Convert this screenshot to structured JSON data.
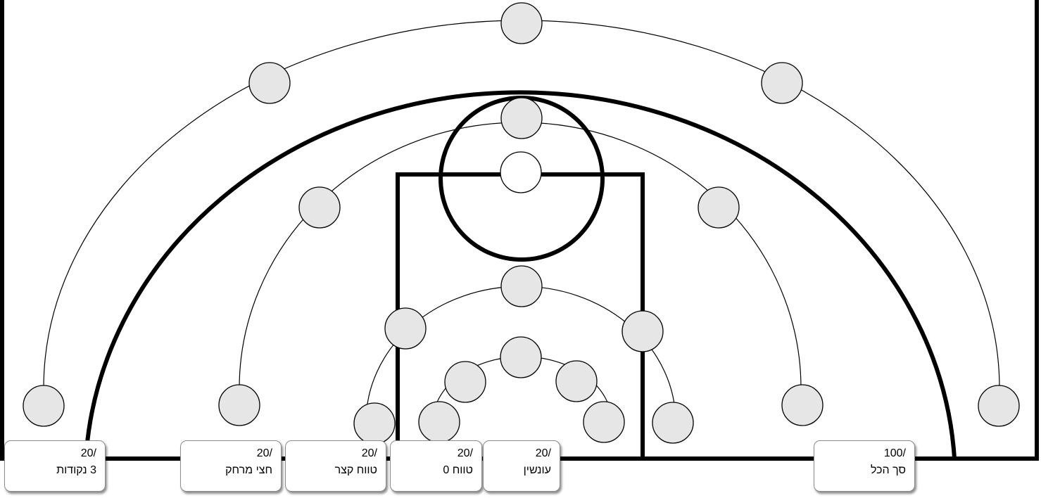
{
  "zones": [
    {
      "id": "three-points",
      "score": "/20",
      "label": "3 נקודות"
    },
    {
      "id": "mid-range",
      "score": "/20",
      "label": "חצי מרחק"
    },
    {
      "id": "short-range",
      "score": "/20",
      "label": "טווח קצר"
    },
    {
      "id": "zero-range",
      "score": "/20",
      "label": "טווח 0"
    },
    {
      "id": "penalty",
      "score": "/20",
      "label": "עונשין"
    }
  ],
  "total": {
    "score": "/100",
    "label": "סך הכל"
  },
  "colors": {
    "spot": "#e6e6e6",
    "free_throw_spot": "#ffffff",
    "line": "#000000"
  }
}
